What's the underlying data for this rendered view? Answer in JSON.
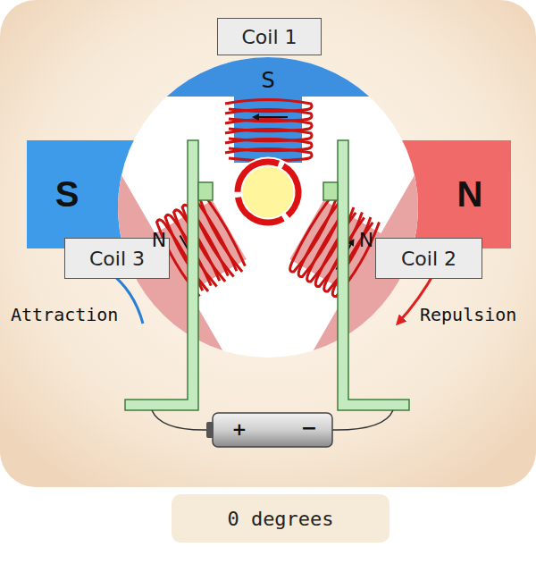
{
  "diagram": {
    "nodes": [
      {
        "text": [
          "Coil 1"
        ]
      },
      {
        "text": [
          "S"
        ]
      },
      {
        "text": [
          "N"
        ]
      },
      {
        "text": [
          "Coil 3"
        ]
      },
      {
        "text": [
          "Coil 2"
        ]
      },
      {
        "text": [
          "0 degrees"
        ]
      }
    ],
    "labels": [
      "S",
      "N",
      "N",
      "Attraction",
      "Repulsion",
      "+",
      "−"
    ]
  }
}
